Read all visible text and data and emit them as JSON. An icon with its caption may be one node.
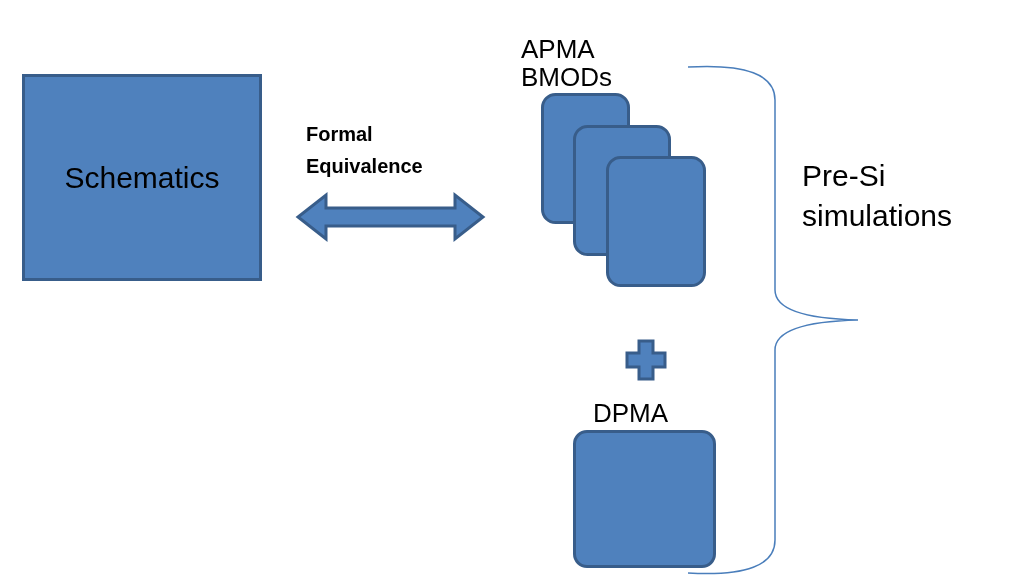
{
  "diagram": {
    "nodes": [
      {
        "text": [
          "Schematics"
        ]
      },
      {
        "text": [
          "APMA BMODs"
        ]
      },
      {
        "text": [
          "DPMA"
        ]
      }
    ],
    "edges": [
      {
        "from": 0,
        "to": 1,
        "arrow": "both",
        "label": "Formal Equivalence",
        "style": "thick"
      }
    ],
    "labels": [
      "Pre-Si simulations"
    ]
  }
}
